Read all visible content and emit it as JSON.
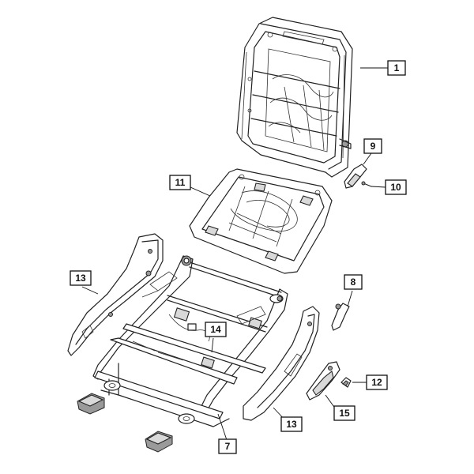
{
  "callouts": [
    {
      "id": "c1",
      "label": "1"
    },
    {
      "id": "c9",
      "label": "9"
    },
    {
      "id": "c10",
      "label": "10"
    },
    {
      "id": "c11",
      "label": "11"
    },
    {
      "id": "c13a",
      "label": "13"
    },
    {
      "id": "c8",
      "label": "8"
    },
    {
      "id": "c14",
      "label": "14"
    },
    {
      "id": "c12",
      "label": "12"
    },
    {
      "id": "c15",
      "label": "15"
    },
    {
      "id": "c13b",
      "label": "13"
    },
    {
      "id": "c7",
      "label": "7"
    }
  ]
}
